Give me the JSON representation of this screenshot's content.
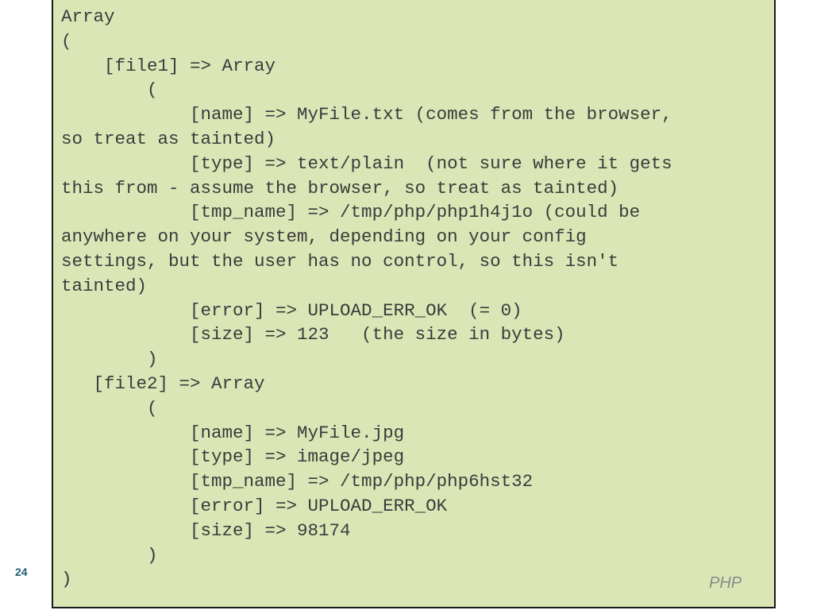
{
  "slide": {
    "page_number": "24",
    "footer_label": "PHP"
  },
  "code": {
    "lines": [
      "Array",
      "(",
      "    [file1] => Array",
      "        (",
      "            [name] => MyFile.txt (comes from the browser,",
      "so treat as tainted)",
      "            [type] => text/plain  (not sure where it gets",
      "this from - assume the browser, so treat as tainted)",
      "            [tmp_name] => /tmp/php/php1h4j1o (could be",
      "anywhere on your system, depending on your config",
      "settings, but the user has no control, so this isn't",
      "tainted)",
      "            [error] => UPLOAD_ERR_OK  (= 0)",
      "            [size] => 123   (the size in bytes)",
      "        )",
      "   [file2] => Array",
      "        (",
      "            [name] => MyFile.jpg",
      "            [type] => image/jpeg",
      "            [tmp_name] => /tmp/php/php6hst32",
      "            [error] => UPLOAD_ERR_OK",
      "            [size] => 98174",
      "        )",
      ")"
    ]
  },
  "colors": {
    "code_background": "#dbe6b6",
    "code_text": "#3b3b3b",
    "page_number": "#1f5f7a",
    "footer_label": "#8a8a8a"
  }
}
